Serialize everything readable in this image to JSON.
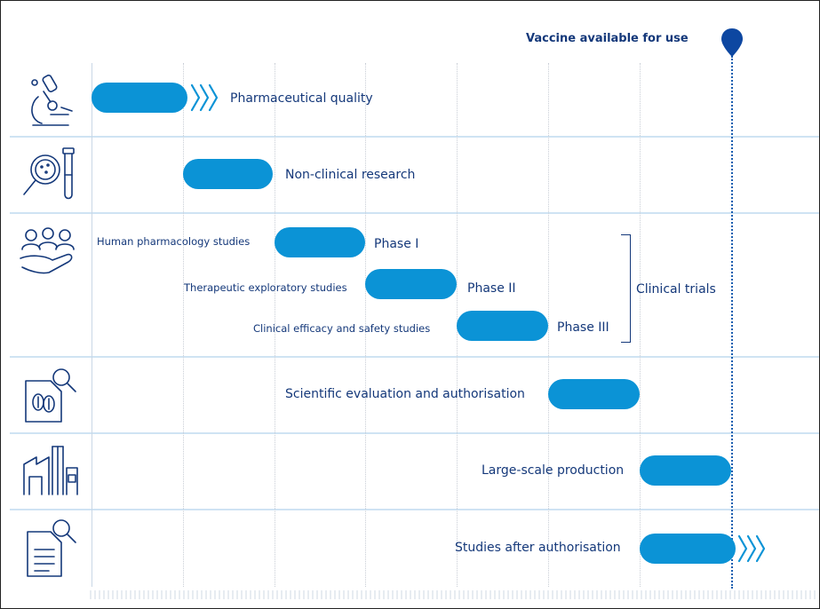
{
  "milestone": {
    "label": "Vaccine available for use"
  },
  "stages": [
    {
      "name": "Pharmaceutical quality",
      "icon": "microscope-icon"
    },
    {
      "name": "Non-clinical research",
      "icon": "petri-dish-test-tube-icon"
    },
    {
      "name": "Clinical trials",
      "icon": "people-hand-icon",
      "phases": [
        {
          "study": "Human pharmacology studies",
          "phase": "Phase I"
        },
        {
          "study": "Therapeutic exploratory studies",
          "phase": "Phase II"
        },
        {
          "study": "Clinical efficacy and safety studies",
          "phase": "Phase III"
        }
      ]
    },
    {
      "name": "Scientific evaluation and authorisation",
      "icon": "document-magnifier-icon"
    },
    {
      "name": "Large-scale production",
      "icon": "factory-icon"
    },
    {
      "name": "Studies after authorisation",
      "icon": "clipboard-magnifier-icon"
    }
  ],
  "colors": {
    "bar": "#0b93d6",
    "text": "#14387a",
    "divider": "#cfe3f3",
    "pin": "#0d47a1"
  }
}
